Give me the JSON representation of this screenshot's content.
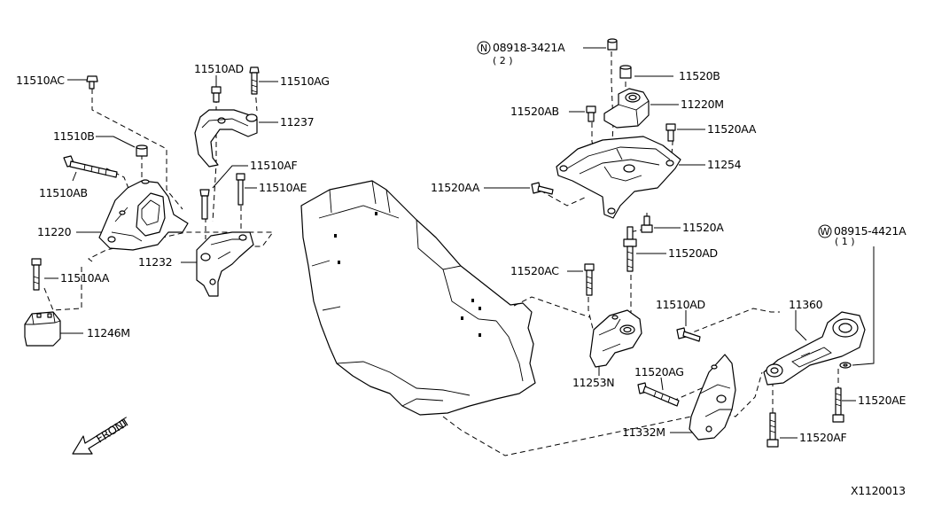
{
  "diagram": {
    "parts": {
      "p11510AC": "11510AC",
      "p11510AD_top": "11510AD",
      "p11510AG": "11510AG",
      "p11237": "11237",
      "p11510B": "11510B",
      "p11510AB": "11510AB",
      "p11510AF": "11510AF",
      "p11510AE": "11510AE",
      "p11220": "11220",
      "p11232": "11232",
      "p11510AA": "11510AA",
      "p11246M": "11246M",
      "p08918": "08918-3421A",
      "p08918_qty": "( 2 )",
      "p08918_sym": "N",
      "p11520B": "11520B",
      "p11220M": "11220M",
      "p11520AB": "11520AB",
      "p11520AA_right": "11520AA",
      "p11254": "11254",
      "p11520AA_left": "11520AA",
      "p11520A": "11520A",
      "p11520AD": "11520AD",
      "p08915": "08915-4421A",
      "p08915_qty": "( 1 )",
      "p08915_sym": "W",
      "p11520AC": "11520AC",
      "p11510AD_bottom": "11510AD",
      "p11360": "11360",
      "p11253N": "11253N",
      "p11520AG": "11520AG",
      "p11520AE": "11520AE",
      "p11332M": "11332M",
      "p11520AF": "11520AF"
    },
    "front_label": "FRONT",
    "diagram_id": "X1120013"
  }
}
